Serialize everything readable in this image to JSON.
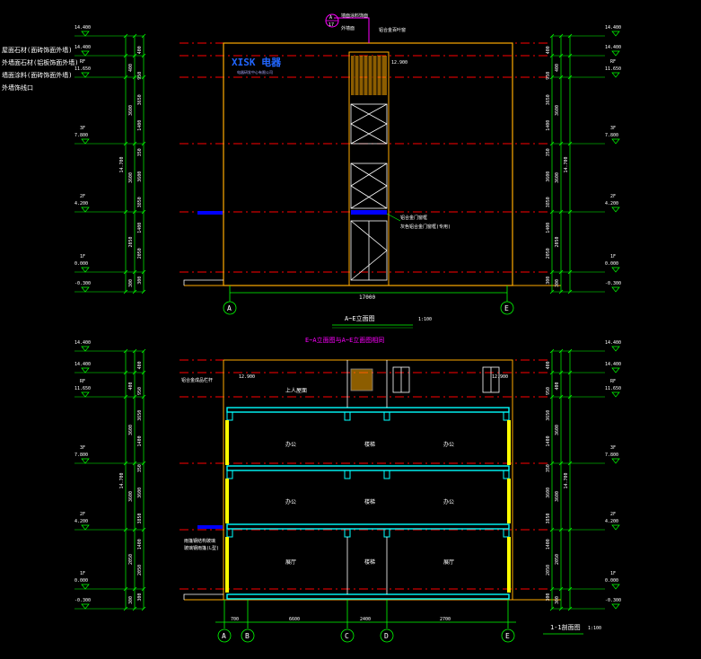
{
  "legend": {
    "items": [
      "屋面石材(面砖饰面外墙)",
      "外墙面石材(铝板饰面外墙)",
      "墙面涂料(面砖饰面外墙)",
      "外墙饰线口"
    ]
  },
  "levels": {
    "left": [
      {
        "tag": "",
        "elev": "14.400"
      },
      {
        "tag": "",
        "elev": "14.400"
      },
      {
        "tag": "RF",
        "elev": "11.650"
      },
      {
        "tag": "3F",
        "elev": "7.800"
      },
      {
        "tag": "2F",
        "elev": "4.200"
      },
      {
        "tag": "1F",
        "elev": "0.000"
      },
      {
        "tag": "",
        "elev": "-0.300"
      }
    ],
    "right": [
      {
        "tag": "",
        "elev": "14.400"
      },
      {
        "tag": "",
        "elev": "14.400"
      },
      {
        "tag": "RF",
        "elev": "11.650"
      },
      {
        "tag": "3F",
        "elev": "7.800"
      },
      {
        "tag": "2F",
        "elev": "4.200"
      },
      {
        "tag": "1F",
        "elev": "0.000"
      },
      {
        "tag": "",
        "elev": "-0.300"
      }
    ],
    "mid_elev": "12.900"
  },
  "dims": {
    "chain_inner": [
      "300",
      "2050",
      "1400",
      "3850",
      "3600",
      "350",
      "1400",
      "3650",
      "950",
      "400"
    ],
    "chain_outer": [
      "300",
      "2050",
      "3600",
      "3600",
      "400"
    ],
    "total_height": "14.700"
  },
  "elevation": {
    "title": "A~E立面图",
    "scale": "1:100",
    "total_width": "17000",
    "axes": [
      "A",
      "E"
    ],
    "logo": "XISK 电器",
    "logo_sub": "电器研发中心有限公司",
    "marker_top": "A",
    "marker_bottom": "17",
    "note_top_1": "墙面涂料饰面",
    "note_top_2": "外墙面",
    "note_top_3": "铝合金百叶窗",
    "note_side_1": "铝合金门窗框",
    "note_side_2": "灰色铝合金门窗框(专用)"
  },
  "combined_note": "E~A立面图与A~E立面图相同",
  "section": {
    "title": "1-1剖面图",
    "scale": "1:100",
    "axes": [
      "A",
      "B",
      "C",
      "D",
      "E"
    ],
    "spans": [
      "700",
      "6600",
      "2400",
      "2700"
    ],
    "rooms": [
      "上人屋面",
      "办公",
      "楼梯",
      "办公",
      "办公",
      "楼梯",
      "办公",
      "展厅",
      "楼梯",
      "展厅"
    ],
    "note_1": "铝合金成品栏杆",
    "note_2": "雨篷钢结构玻璃",
    "note_3": "玻璃钢雨篷(L型)"
  },
  "colors": {
    "background": "#000000",
    "level": "#00ff00",
    "dim": "#00ff00",
    "axis": "#00ff00",
    "red": "#ff0000",
    "outline": "#ffaa00",
    "blue": "#0000ff",
    "magenta": "#ff00ff",
    "cyan": "#00ffff",
    "yellow": "#ffff00"
  }
}
